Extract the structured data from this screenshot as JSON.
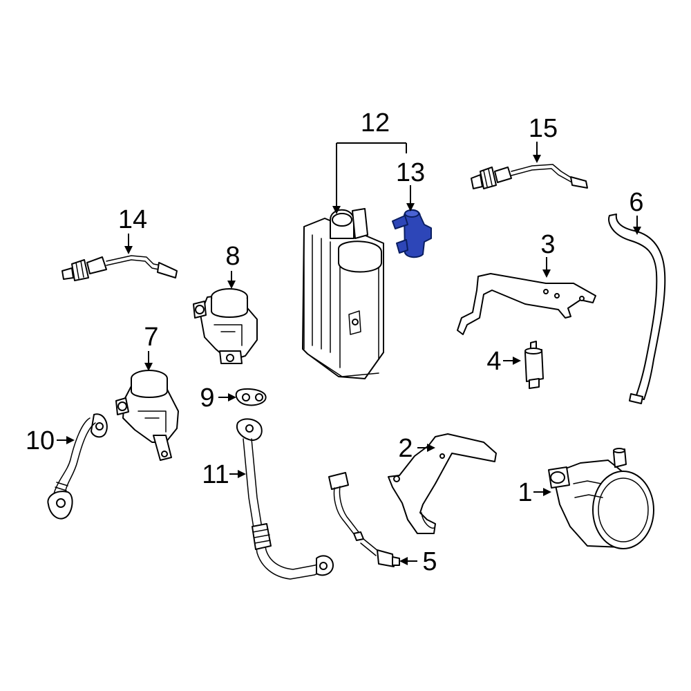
{
  "callouts": {
    "c1": "1",
    "c2": "2",
    "c3": "3",
    "c4": "4",
    "c5": "5",
    "c6": "6",
    "c7": "7",
    "c8": "8",
    "c9": "9",
    "c10": "10",
    "c11": "11",
    "c12": "12",
    "c13": "13",
    "c14": "14",
    "c15": "15"
  },
  "colors": {
    "line": "#000000",
    "background": "#ffffff",
    "highlight": "#2d46b8"
  },
  "highlighted_part": "13"
}
